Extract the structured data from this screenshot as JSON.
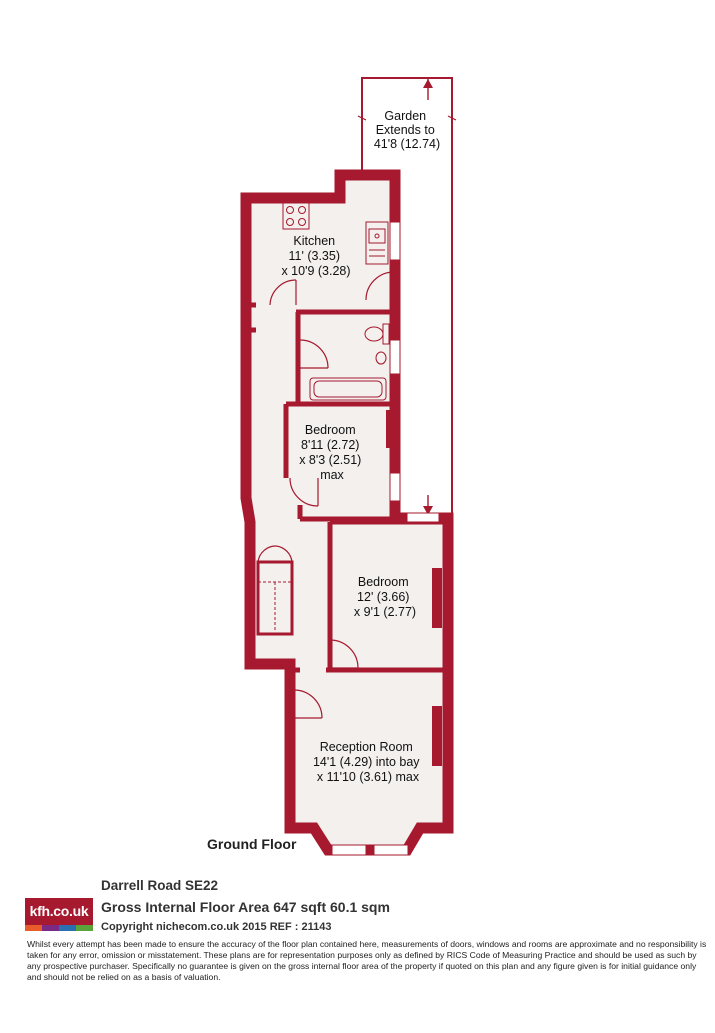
{
  "rooms": {
    "garden": [
      "Garden",
      "Extends to",
      "41'8 (12.74)"
    ],
    "kitchen": [
      "Kitchen",
      "11' (3.35)",
      "x 10'9 (3.28)"
    ],
    "bedroom_small": [
      "Bedroom",
      "8'11 (2.72)",
      "x 8'3 (2.51)",
      "max"
    ],
    "bedroom_large": [
      "Bedroom",
      "12' (3.66)",
      "x 9'1 (2.77)"
    ],
    "reception": [
      "Reception Room",
      "14'1 (4.29) into bay",
      "x 11'10 (3.61) max"
    ]
  },
  "floor_label": "Ground Floor",
  "logo": {
    "text": "kfh.co.uk",
    "brand_color": "#a6192e",
    "stripe_colors": [
      "#e85b2a",
      "#7a2a83",
      "#2b6fb3",
      "#5aa23a"
    ]
  },
  "colors": {
    "wall": "#a6192e",
    "floor": "#f3f0ee"
  },
  "footer": {
    "address": "Darrell Road  SE22",
    "area": "Gross Internal Floor Area 647 sqft 60.1 sqm",
    "copyright": "Copyright nichecom.co.uk 2015 REF : 21143",
    "disclaimer": "Whilst every attempt has been made to ensure the accuracy of the floor plan contained here, measurements of doors, windows and rooms are approximate and no responsibility is taken for any error, omission or misstatement.  These plans are for representation purposes only as defined by RICS Code of Measuring Practice and should be used as such by any prospective purchaser.  Specifically no guarantee is given on the gross internal floor area of the property if quoted on this plan and any figure given is for initial guidance only and should not be relied on as a basis of valuation."
  }
}
